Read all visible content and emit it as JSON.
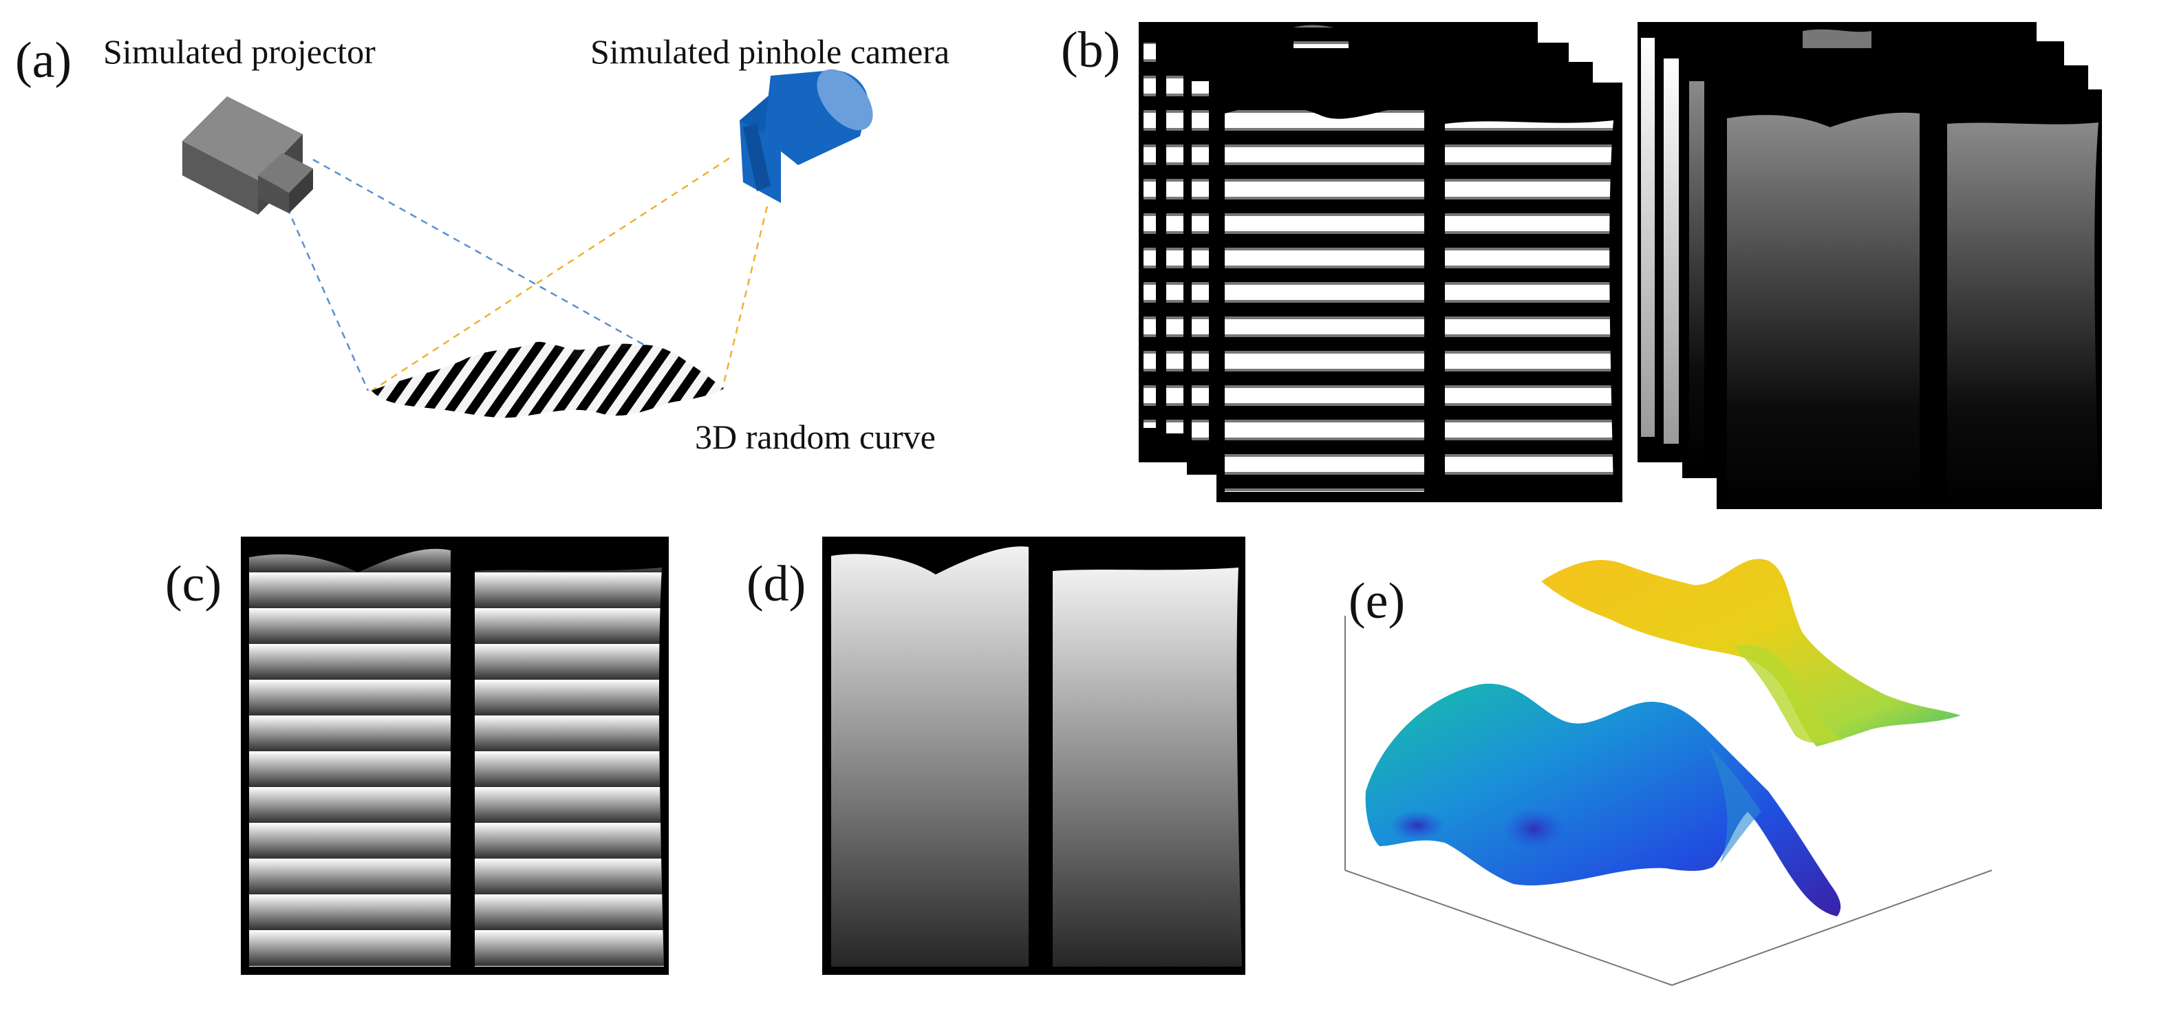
{
  "panels": {
    "a": {
      "label": "(a)",
      "projector_label": "Simulated projector",
      "camera_label": "Simulated pinhole camera",
      "object_label": "3D random curve"
    },
    "b": {
      "label": "(b)"
    },
    "c": {
      "label": "(c)"
    },
    "d": {
      "label": "(d)"
    },
    "e": {
      "label": "(e)"
    }
  },
  "colors": {
    "projector_body": "#5a5a5a",
    "camera_body": "#1466c0",
    "camera_lens": "#6a9fdc",
    "projector_ray": "#5a8fd0",
    "camera_ray": "#f0b030",
    "background_dark": "#000000"
  }
}
